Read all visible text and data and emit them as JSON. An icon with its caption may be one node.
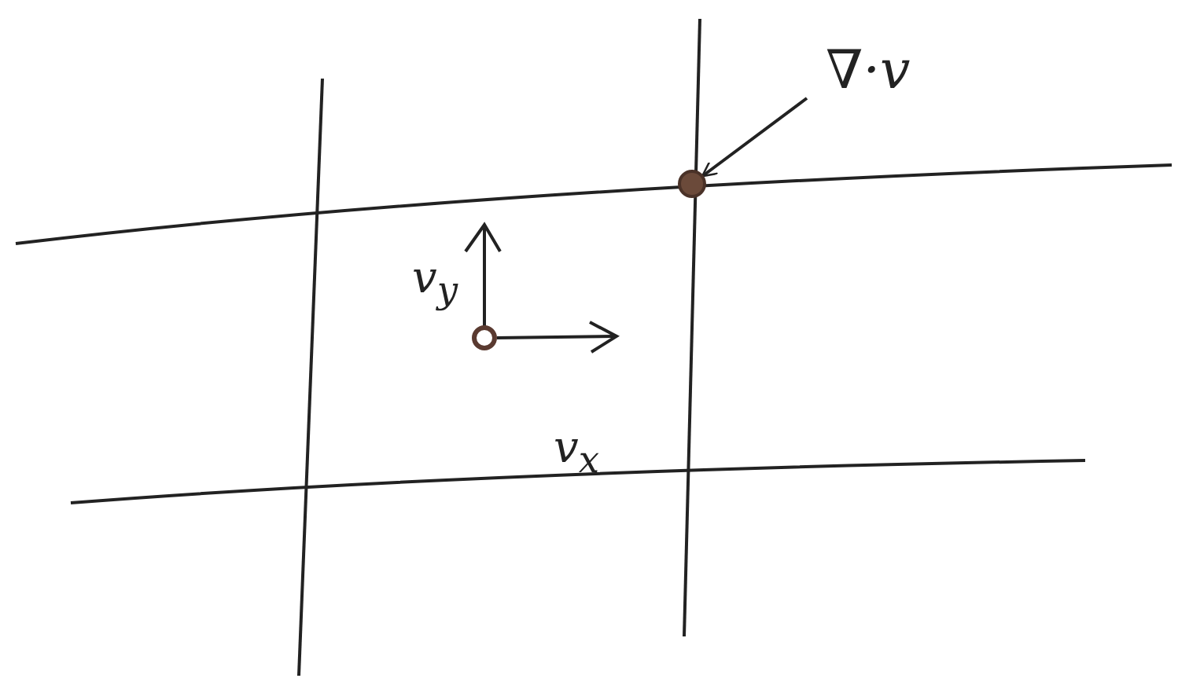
{
  "diagram": {
    "nodes": [
      {
        "text": [
          "∇·v"
        ]
      },
      {
        "text": [],
        "shape": "circle"
      },
      {
        "text": [],
        "shape": "circle"
      }
    ],
    "edges": [
      {
        "from": 0,
        "to": 1,
        "arrow": "to"
      }
    ],
    "labels": [
      "v$_{y}$",
      "v$_{x}$"
    ]
  }
}
